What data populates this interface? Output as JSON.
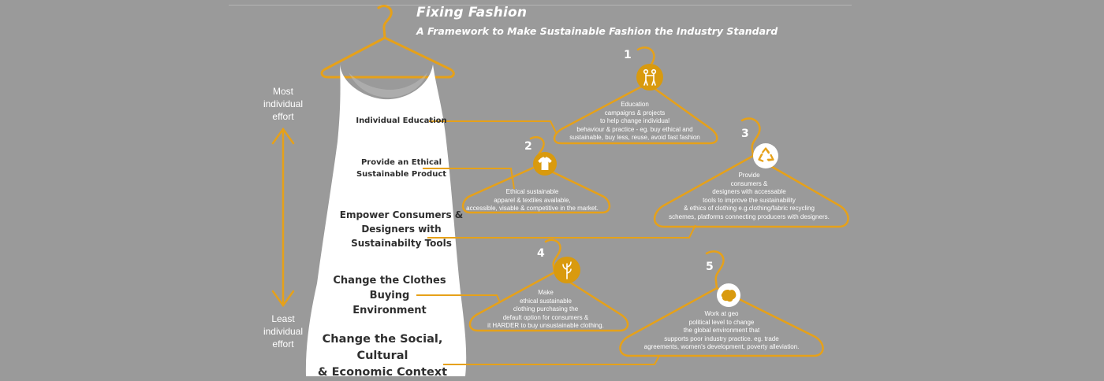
{
  "header": {
    "title": "Fixing Fashion",
    "subtitle": "A Framework to Make Sustainable Fashion the Industry Standard"
  },
  "axis": {
    "top": [
      "Most",
      "individual",
      "effort"
    ],
    "bottom": [
      "Least",
      "individual",
      "effort"
    ]
  },
  "levels": [
    {
      "lines": [
        "Individual Education"
      ]
    },
    {
      "lines": [
        "Provide an Ethical",
        "Sustainable Product"
      ]
    },
    {
      "lines": [
        "Empower Consumers &",
        "Designers with",
        "Sustainabilty Tools"
      ]
    },
    {
      "lines": [
        "Change the Clothes Buying",
        "Environment"
      ]
    },
    {
      "lines": [
        "Change the Social, Cultural",
        "& Economic Context"
      ]
    }
  ],
  "steps": [
    {
      "number": "1",
      "icon": "people-icon",
      "lines": [
        "Education",
        "campaigns & projects",
        "to help change individual",
        "behaviour & practice - eg. buy ethical and",
        "sustainable, buy less, reuse, avoid fast fashion"
      ]
    },
    {
      "number": "2",
      "icon": "tshirt-icon",
      "lines": [
        "Ethical sustainable",
        "apparel & textiles available,",
        "accessible, visable & competitive in the market."
      ]
    },
    {
      "number": "3",
      "icon": "recycle-icon",
      "lines": [
        "Provide",
        "consumers &",
        "designers with accessable",
        "tools to improve the sustainability",
        "& ethics of clothing e.g.clothing/fabric recycling",
        "schemes, platforms connecting producers with designers."
      ]
    },
    {
      "number": "4",
      "icon": "plant-icon",
      "lines": [
        "Make",
        "ethical sustainable",
        "clothing purchasing the",
        "default option for consumers &",
        "it HARDER to buy unsustainable clothing."
      ]
    },
    {
      "number": "5",
      "icon": "globe-icon",
      "lines": [
        "Work at geo",
        "political level to change",
        "the global environment that",
        "supports poor industry practice. eg. trade",
        "agreements, women's development, poverty alleviation."
      ]
    }
  ],
  "colors": {
    "background": "#9a9a9a",
    "accent": "#e6a119",
    "dress": "#ffffff",
    "text_dark": "#2f2f2f"
  }
}
